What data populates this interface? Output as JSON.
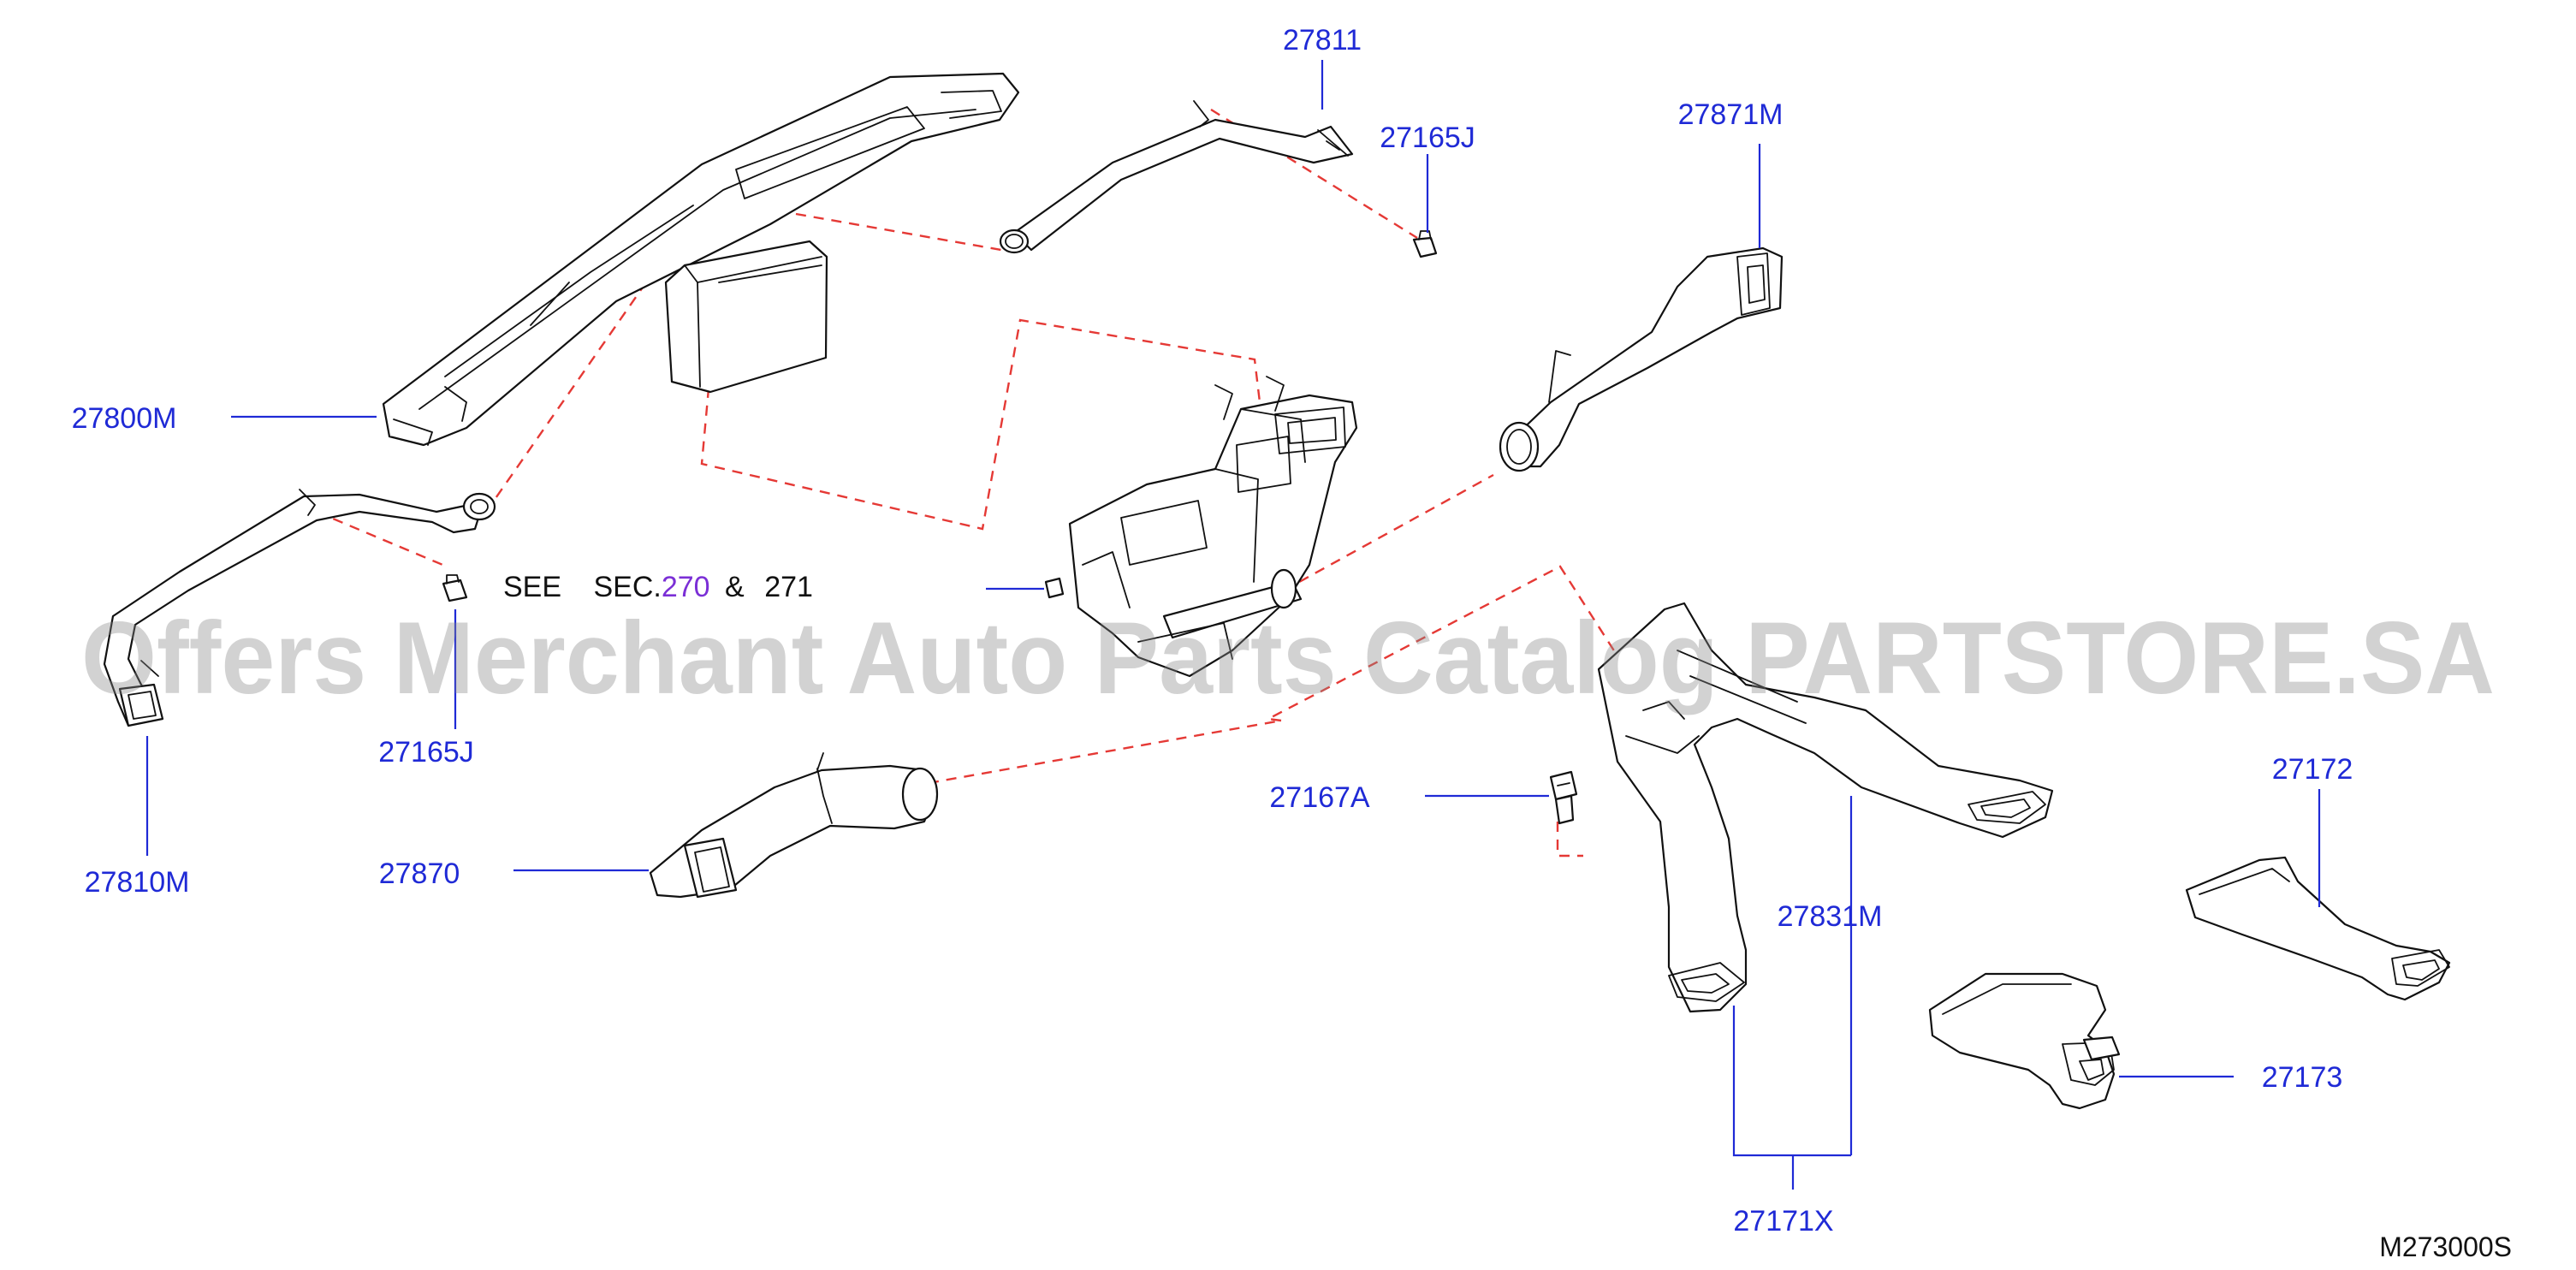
{
  "watermark": "Offers Merchant Auto Parts Catalog PARTSTORE.SA",
  "diagram_code": "M273000S",
  "reference_note": {
    "see": "SEE",
    "sec_prefix": "SEC.",
    "sec_a": "270",
    "amp": "&",
    "sec_b": "271"
  },
  "callouts": {
    "p27811": "27811",
    "p27165J_top": "27165J",
    "p27871M": "27871M",
    "p27800M": "27800M",
    "p27165J_left": "27165J",
    "p27810M": "27810M",
    "p27870": "27870",
    "p27167A": "27167A",
    "p27831M": "27831M",
    "p27172": "27172",
    "p27173": "27173",
    "p27171X": "27171X"
  },
  "colors": {
    "callout_blue": "#1f2ad6",
    "dashed_red": "#e53935",
    "section_purple": "#7b2fd6",
    "line_black": "#111111"
  }
}
